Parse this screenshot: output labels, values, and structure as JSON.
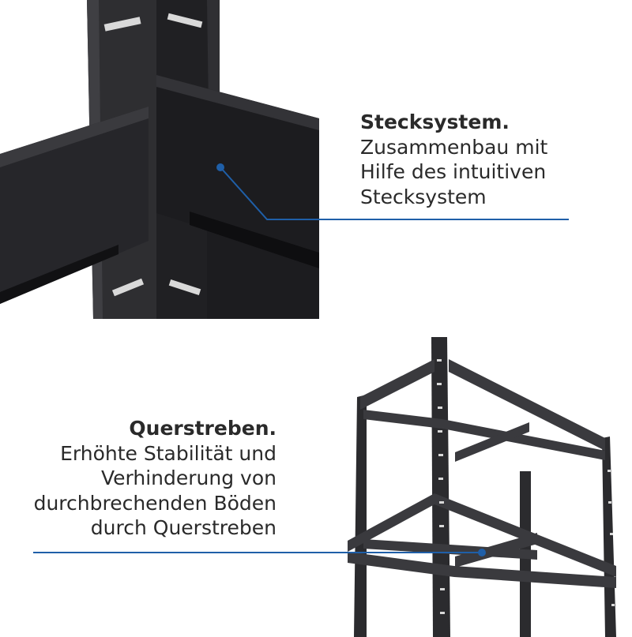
{
  "features": [
    {
      "title": "Stecksystem.",
      "lines": [
        "Zusammenbau mit",
        "Hilfe des intuitiven",
        "Stecksystem"
      ]
    },
    {
      "title": "Querstreben.",
      "lines": [
        "Erhöhte Stabilität und",
        "Verhinderung von",
        "durchbrechenden Böden",
        "durch Querstreben"
      ]
    }
  ],
  "colors": {
    "accent": "#1f5fa8",
    "metal_dark": "#1b1b1d",
    "metal_mid": "#2c2c2f",
    "metal_light": "#3c3c40",
    "text": "#2a2a2a"
  }
}
